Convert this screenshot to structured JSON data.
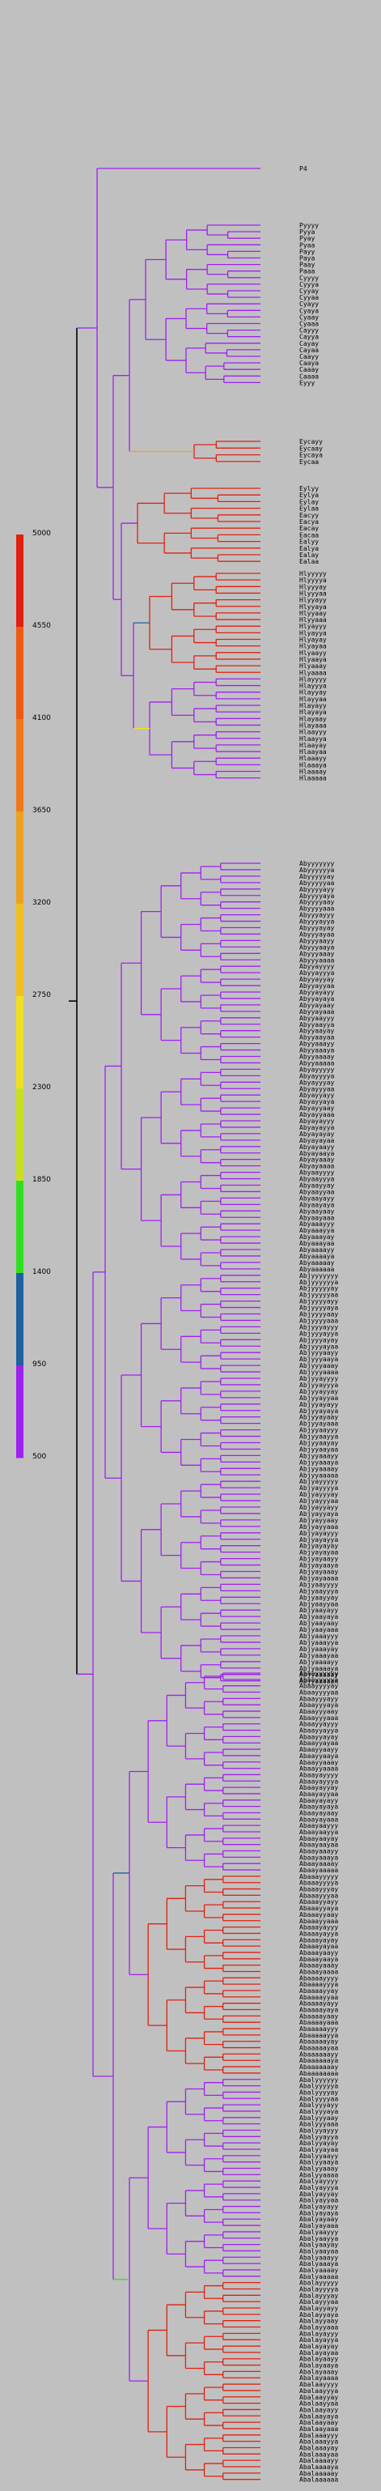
{
  "legend": {
    "ticks": [
      "5000",
      "4550",
      "4100",
      "3650",
      "3200",
      "2750",
      "2300",
      "1850",
      "1400",
      "950",
      "500"
    ],
    "colors": [
      "#e02010",
      "#f05a10",
      "#f07818",
      "#f0a020",
      "#f0c020",
      "#f0e020",
      "#c8e020",
      "#30e020",
      "#2060a0",
      "#a020f0"
    ]
  },
  "tree": {
    "labels": {
      "root": "P4",
      "group_a": [
        "Pyyyy",
        "Pyya",
        "Pyay",
        "Pyaa",
        "Payy",
        "Paya",
        "Paay",
        "Paaa",
        "Cyyyy",
        "Cyyya",
        "Cyyay",
        "Cyyaa",
        "Cyayy",
        "Cyaya",
        "Cyaay",
        "Cyaaa",
        "Cayyy",
        "Cayya",
        "Cayay",
        "Cayaa",
        "Caayy",
        "Caaya",
        "Caaay",
        "Caaaa",
        "Eyyy"
      ],
      "group_b": [
        "Eycayy",
        "Eycaay",
        "Eycaya",
        "Eycaa"
      ],
      "group_c": [
        "Eylyy",
        "Eylya",
        "Eylay",
        "Eylaa",
        "Eacyy",
        "Eacya",
        "Eacay",
        "Eacaa",
        "Ealyy",
        "Ealya",
        "Ealay",
        "Ealaa"
      ],
      "group_d": [
        "Hlyyyyy",
        "Hlyyyya",
        "Hlyyyay",
        "Hlyyyaa",
        "Hlyyayy",
        "Hlyyaya",
        "Hlyyaay",
        "Hlyyaaa",
        "Hlyayyy",
        "Hlyayya",
        "Hlyayay",
        "Hlyayaa",
        "Hlyaayy",
        "Hlyaaya",
        "Hlyaaay",
        "Hlyaaaa",
        "Hlayyyy",
        "Hlayyya",
        "Hlayyay",
        "Hlayyaa",
        "Hlayayy",
        "Hlayaya",
        "Hlayaay",
        "Hlayaaa",
        "Hlaayyy",
        "Hlaayya",
        "Hlaayay",
        "Hlaayaa",
        "Hlaaayy",
        "Hlaaaya",
        "Hlaaaay",
        "Hlaaaaa"
      ],
      "group_e": [
        "Abyyyyyyy",
        "Abyyyyyya",
        "Abyyyyyay",
        "Abyyyyyaa",
        "Abyyyyayy",
        "Abyyyyaya",
        "Abyyyyaay",
        "Abyyyyaaa",
        "Abyyyayyy",
        "Abyyyayya",
        "Abyyyayay",
        "Abyyyayaa",
        "Abyyyaayy",
        "Abyyyaaya",
        "Abyyyaaay",
        "Abyyyaaaa",
        "Abyyayyyy",
        "Abyyayyya",
        "Abyyayyay",
        "Abyyayyaa",
        "Abyyayayy",
        "Abyyayaya",
        "Abyyayaay",
        "Abyyayaaa",
        "Abyyaayyy",
        "Abyyaayya",
        "Abyyaayay",
        "Abyyaayaa",
        "Abyyaaayy",
        "Abyyaaaya",
        "Abyyaaaay",
        "Abyyaaaaa",
        "Abyayyyyy",
        "Abyayyyya",
        "Abyayyyay",
        "Abyayyyaa",
        "Abyayyayy",
        "Abyayyaya",
        "Abyayyaay",
        "Abyayyaaa",
        "Abyayayyy",
        "Abyayayya",
        "Abyayayay",
        "Abyayayaa",
        "Abyayaayy",
        "Abyayaaya",
        "Abyayaaay",
        "Abyayaaaa",
        "Abyaayyyy",
        "Abyaayyya",
        "Abyaayyay",
        "Abyaayyaa",
        "Abyaayayy",
        "Abyaayaya",
        "Abyaayaay",
        "Abyaayaaa",
        "Abyaaayyy",
        "Abyaaayya",
        "Abyaaayay",
        "Abyaaayaa",
        "Abyaaaayy",
        "Abyaaaaya",
        "Abyaaaaay",
        "Abyaaaaaa",
        "Abjyyyyyyy",
        "Abjyyyyyya",
        "Abjyyyyyay",
        "Abjyyyyyaa",
        "Abjyyyyayy",
        "Abjyyyyaya",
        "Abjyyyyaay",
        "Abjyyyyaaa",
        "Abjyyyayyy",
        "Abjyyyayya",
        "Abjyyyayay",
        "Abjyyyayaa",
        "Abjyyyaayy",
        "Abjyyyaaya",
        "Abjyyyaaay",
        "Abjyyyaaaa",
        "Abjyyayyyy",
        "Abjyyayyya",
        "Abjyyayyay",
        "Abjyyayyaa",
        "Abjyyayayy",
        "Abjyyayaya",
        "Abjyyayaay",
        "Abjyyayaaa",
        "Abjyyaayyy",
        "Abjyyaayya",
        "Abjyyaayay",
        "Abjyyaayaa",
        "Abjyyaaayy",
        "Abjyyaaaya",
        "Abjyyaaaay",
        "Abjyyaaaaa",
        "Abjyayyyyy",
        "Abjyayyyya",
        "Abjyayyyay",
        "Abjyayyyaa",
        "Abjyayyayy",
        "Abjyayyaya",
        "Abjyayyaay",
        "Abjyayyaaa",
        "Abjyayayyy",
        "Abjyayayya",
        "Abjyayayay",
        "Abjyayayaa",
        "Abjyayaayy",
        "Abjyayaaya",
        "Abjyayaaay",
        "Abjyayaaaa",
        "Abjyaayyyy",
        "Abjyaayyya",
        "Abjyaayyay",
        "Abjyaayyaa",
        "Abjyaayayy",
        "Abjyaayaya",
        "Abjyaayaay",
        "Abjyaayaaa",
        "Abjyaaayyy",
        "Abjyaaayya",
        "Abjyaaayay",
        "Abjyaaayaa",
        "Abjyaaaayy",
        "Abjyaaaaya",
        "Abjyaaaaay",
        "Abjyaaaaaa"
      ],
      "group_f": [
        "Abaayyyyyy",
        "Abaayyyyya",
        "Abaayyyyay",
        "Abaayyyyaa",
        "Abaayyyayy",
        "Abaayyyaya",
        "Abaayyyaay",
        "Abaayyyaaa",
        "Abaayyayyy",
        "Abaayyayya",
        "Abaayyayay",
        "Abaayyayaa",
        "Abaayyaayy",
        "Abaayyaaya",
        "Abaayyaaay",
        "Abaayyaaaa",
        "Abaayayyyy",
        "Abaayayyya",
        "Abaayayyay",
        "Abaayayyaa",
        "Abaayayayy",
        "Abaayayaya",
        "Abaayayaay",
        "Abaayayaaa",
        "Abaayaayyy",
        "Abaayaayya",
        "Abaayaayay",
        "Abaayaayaa",
        "Abaayaaayy",
        "Abaayaaaya",
        "Abaayaaaay",
        "Abaayaaaaa",
        "Abaaayyyyy",
        "Abaaayyyya",
        "Abaaayyyay",
        "Abaaayyyaa",
        "Abaaayyayy",
        "Abaaayyaya",
        "Abaaayyaay",
        "Abaaayyaaa",
        "Abaaayayyy",
        "Abaaayayya",
        "Abaaayayay",
        "Abaaayayaa",
        "Abaaayaayy",
        "Abaaayaaya",
        "Abaaayaaay",
        "Abaaayaaaa",
        "Abaaaayyyy",
        "Abaaaayyya",
        "Abaaaayyay",
        "Abaaaayyaa",
        "Abaaaayayy",
        "Abaaaayaya",
        "Abaaaayaay",
        "Abaaaayaaa",
        "Abaaaaayyy",
        "Abaaaaayya",
        "Abaaaaayay",
        "Abaaaaayaa",
        "Abaaaaaayy",
        "Abaaaaaaya",
        "Abaaaaaaay",
        "Abaaaaaaaa",
        "Abalyyyyyy",
        "Abalyyyyya",
        "Abalyyyyay",
        "Abalyyyyaa",
        "Abalyyyayy",
        "Abalyyyaya",
        "Abalyyyaay",
        "Abalyyyaaa",
        "Abalyyayyy",
        "Abalyyayya",
        "Abalyyayay",
        "Abalyyayaa",
        "Abalyyaayy",
        "Abalyyaaya",
        "Abalyyaaay",
        "Abalyyaaaa",
        "Abalyayyyy",
        "Abalyayyya",
        "Abalyayyay",
        "Abalyayyaa",
        "Abalyayayy",
        "Abalyayaya",
        "Abalyayaay",
        "Abalyayaaa",
        "Abalyaayyy",
        "Abalyaayya",
        "Abalyaayay",
        "Abalyaayaa",
        "Abalyaaayy",
        "Abalyaaaya",
        "Abalyaaaay",
        "Abalyaaaaa",
        "Abalayyyyy",
        "Abalayyyya",
        "Abalayyyay",
        "Abalayyyaa",
        "Abalayyayy",
        "Abalayyaya",
        "Abalayyaay",
        "Abalayyaaa",
        "Abalayayyy",
        "Abalayayya",
        "Abalayayay",
        "Abalayayaa",
        "Abalayaayy",
        "Abalayaaya",
        "Abalayaaay",
        "Abalayaaaa",
        "Abalaayyyy",
        "Abalaayyya",
        "Abalaayyay",
        "Abalaayyaa",
        "Abalaayayy",
        "Abalaayaya",
        "Abalaayaay",
        "Abalaayaaa",
        "Abalaaayyy",
        "Abalaaayya",
        "Abalaaayay",
        "Abalaaayaa",
        "Abalaaaayy",
        "Abalaaaaya",
        "Abalaaaaay",
        "Abalaaaaaa"
      ]
    }
  }
}
